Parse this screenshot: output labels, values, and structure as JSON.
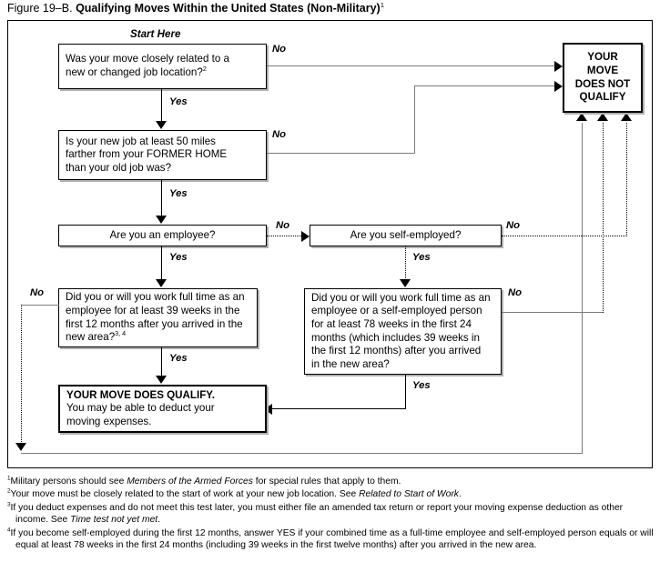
{
  "figure": {
    "label": "Figure 19–B.",
    "title": "Qualifying Moves Within the United States (Non-Military)",
    "title_superscript": "1"
  },
  "start_label": "Start Here",
  "nodes": {
    "q1": {
      "name": "related-to-job-location",
      "line1": "Was your move closely related to a",
      "line2": "new or changed job location?",
      "superscript": "2"
    },
    "q2": {
      "name": "fifty-mile-test",
      "line1": "Is your new job at least 50 miles",
      "line2": "farther from your FORMER HOME",
      "line3": "than your old job was?"
    },
    "q3": {
      "name": "are-you-an-employee",
      "text": "Are you an employee?"
    },
    "q4": {
      "name": "are-you-self-employed",
      "text": "Are you self-employed?"
    },
    "q5": {
      "name": "thirty-nine-week-test",
      "line1": "Did you or will you work full time as an",
      "line2": "employee for at least 39 weeks in the",
      "line3": "first 12 months after you arrived in the",
      "line4": "new area?",
      "superscript": "3, 4"
    },
    "q6": {
      "name": "seventy-eight-week-test",
      "line1": "Did you or will you work full time as an",
      "line2": "employee or a self-employed person",
      "line3": "for at least 78 weeks in the first 24",
      "line4": "months (which includes 39 weeks in",
      "line5": "the first 12 months) after you arrived",
      "line6": "in the new area?"
    },
    "qualify": {
      "name": "move-does-qualify",
      "heading": "YOUR MOVE DOES QUALIFY.",
      "line2": "You may be able to deduct your",
      "line3": "moving expenses."
    },
    "not_qualify": {
      "name": "move-does-not-qualify",
      "line1": "YOUR",
      "line2": "MOVE",
      "line3": "DOES NOT",
      "line4": "QUALIFY"
    }
  },
  "edges": {
    "no": "No",
    "yes": "Yes"
  },
  "edge_labels": {
    "q1_no": "No",
    "q1_yes": "Yes",
    "q2_no": "No",
    "q2_yes": "Yes",
    "q3_no": "No",
    "q3_yes": "Yes",
    "q4_no": "No",
    "q4_yes": "Yes",
    "q5_no": "No",
    "q5_yes": "Yes",
    "q6_no": "No",
    "q6_yes": "Yes"
  },
  "footnotes": [
    {
      "marker": "1",
      "pre": "Military persons should see ",
      "italic": "Members of the Armed Forces",
      "post": " for special rules that apply to them."
    },
    {
      "marker": "2",
      "pre": "Your move must be closely related to the start of work at your new job location. See ",
      "italic": "Related to Start of Work",
      "post": "."
    },
    {
      "marker": "3",
      "pre": "If you deduct expenses and do not meet this test later, you must either file an amended tax return or report your moving expense deduction as other income. See ",
      "italic": "Time test not yet met",
      "post": "."
    },
    {
      "marker": "4",
      "pre": "If you become self-employed during the first 12 months, answer YES if your combined time as a full-time employee and self-employed person equals or will equal at least 78 weeks in the first 24 months (including 39 weeks in the first twelve months) after you arrived in the new area.",
      "italic": "",
      "post": ""
    }
  ],
  "colors": {
    "ink": "#000000",
    "shadow": "#b0b0b0",
    "paper": "#ffffff"
  }
}
